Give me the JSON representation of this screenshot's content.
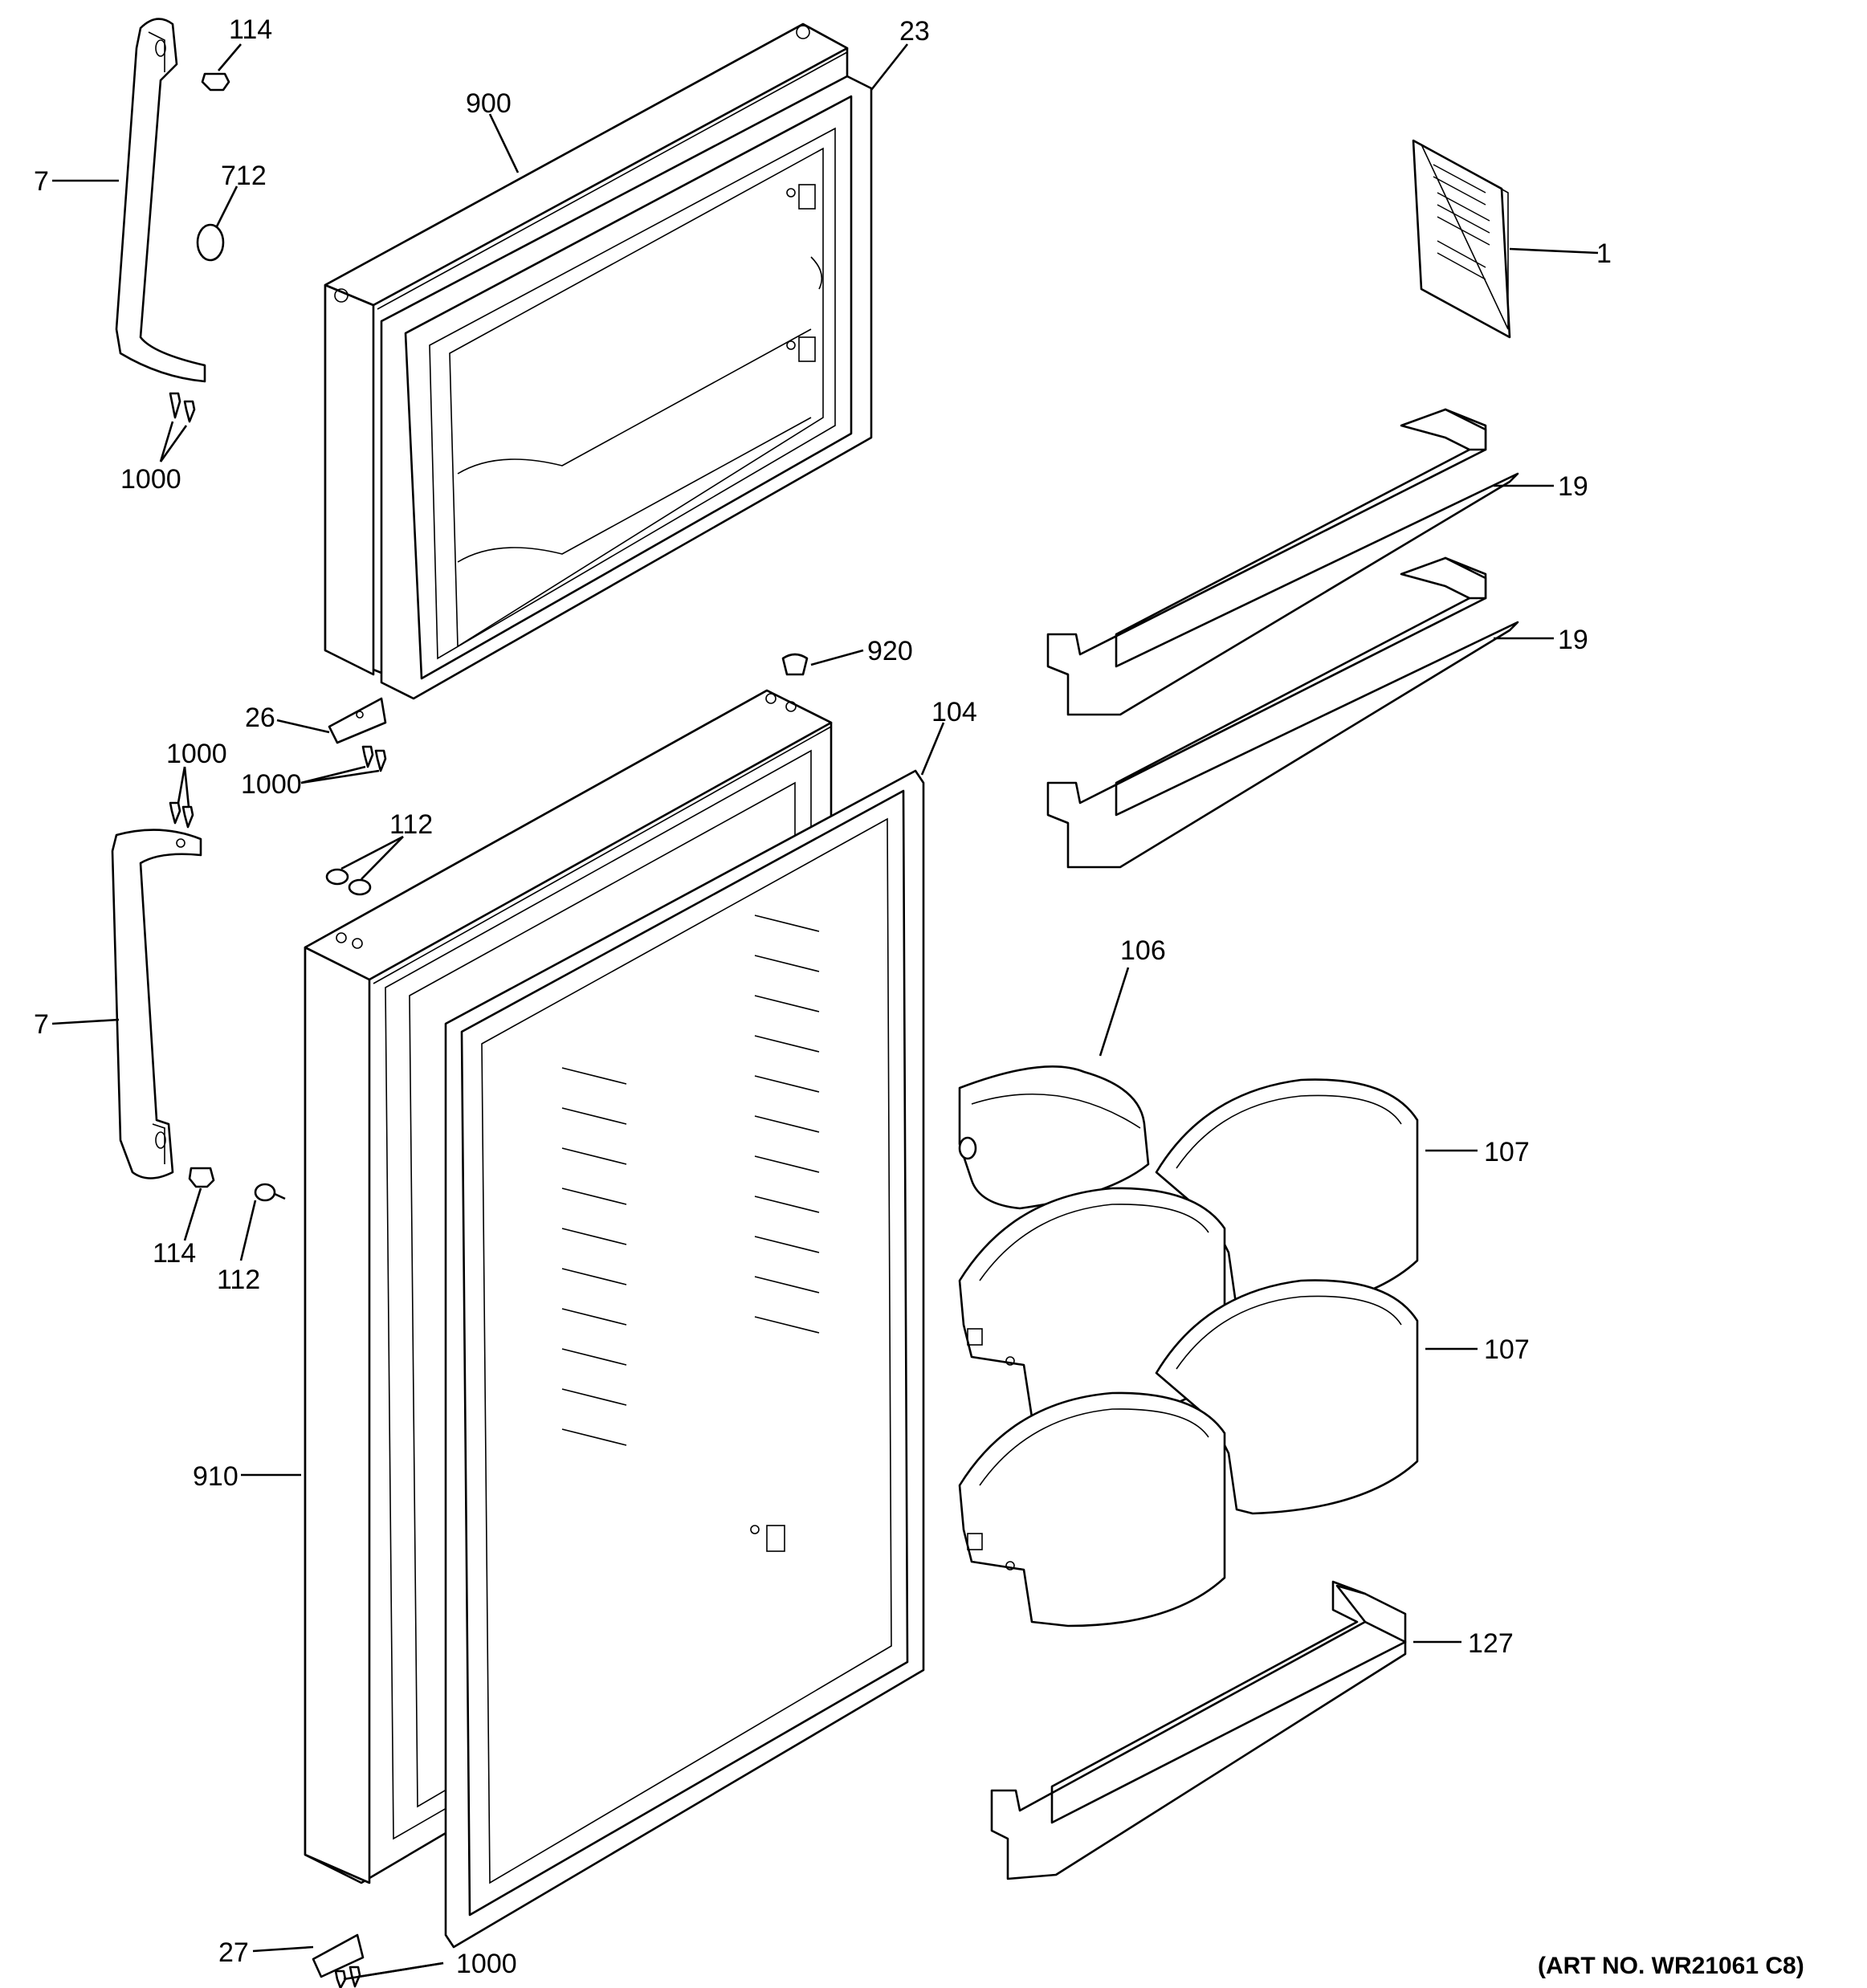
{
  "callouts": {
    "c7a": "7",
    "c114a": "114",
    "c712": "712",
    "c1000a": "1000",
    "c900": "900",
    "c23": "23",
    "c1": "1",
    "c19a": "19",
    "c19b": "19",
    "c920": "920",
    "c26": "26",
    "c104": "104",
    "c1000b": "1000",
    "c1000c": "1000",
    "c112a": "112",
    "c7b": "7",
    "c106": "106",
    "c107a": "107",
    "c114b": "114",
    "c112b": "112",
    "c107b": "107",
    "c910": "910",
    "c127": "127",
    "c27": "27",
    "c1000d": "1000"
  },
  "art_number": "(ART NO. WR21061 C8)"
}
